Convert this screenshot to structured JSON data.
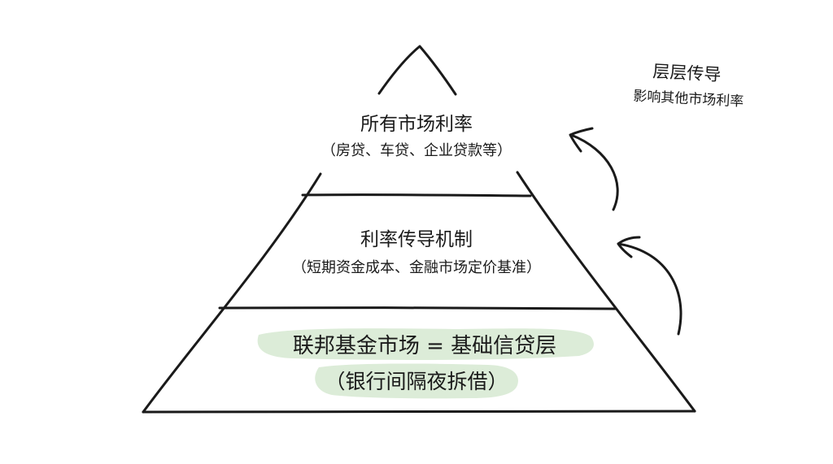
{
  "pyramid": {
    "top": {
      "title": "所有市场利率",
      "subtitle": "（房贷、车贷、企业贷款等）"
    },
    "middle": {
      "title": "利率传导机制",
      "subtitle": "（短期资金成本、金融市场定价基准）"
    },
    "base": {
      "title": "联邦基金市场 = 基础信贷层",
      "subtitle": "（银行间隔夜拆借）",
      "highlight_color": "#dcecd8"
    }
  },
  "side_note": {
    "title": "层层传导",
    "subtitle": "影响其他市场利率"
  },
  "arrows": [
    {
      "name": "arrow-upper"
    },
    {
      "name": "arrow-lower"
    }
  ]
}
